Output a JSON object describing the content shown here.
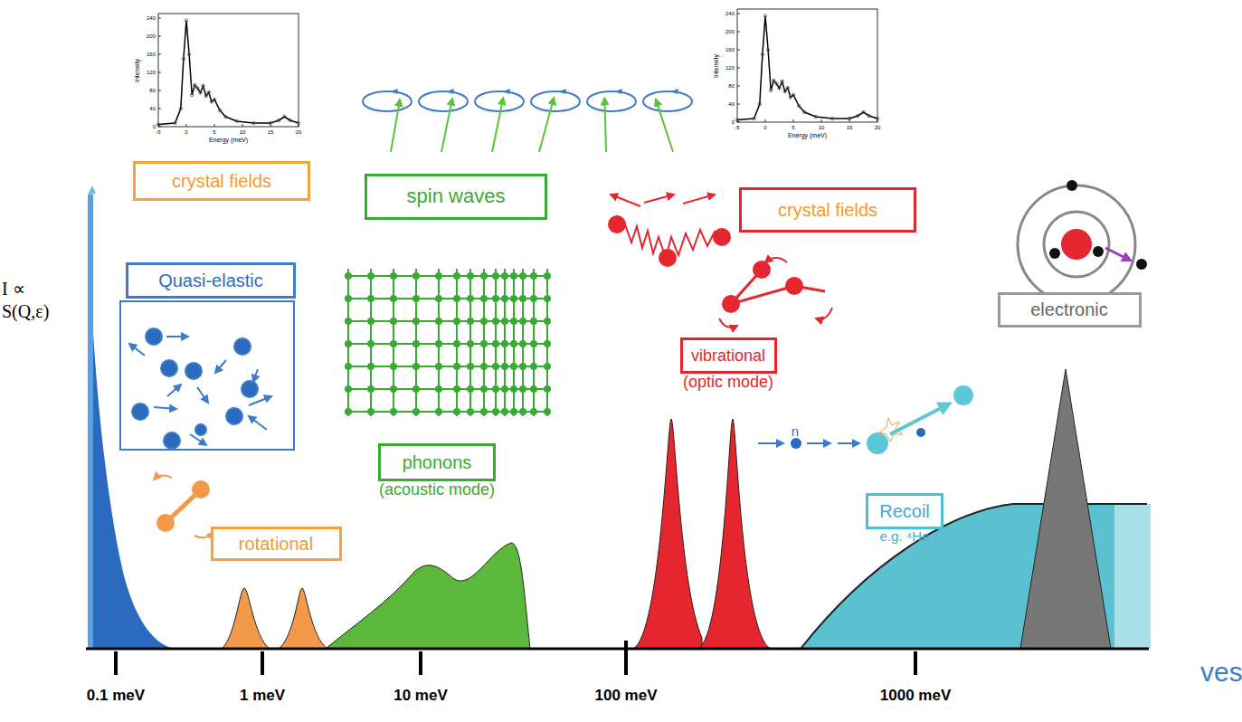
{
  "diagram": {
    "nodes": [
      {
        "text": [
          "crystal fields"
        ]
      },
      {
        "text": [
          "spin waves"
        ]
      },
      {
        "text": [
          "crystal fields"
        ]
      },
      {
        "text": [
          "Quasi-elastic"
        ]
      },
      {
        "text": [
          "rotational"
        ]
      },
      {
        "text": [
          "phonons",
          "(acoustic mode)"
        ]
      },
      {
        "text": [
          "vibrational",
          "(optic mode)"
        ]
      },
      {
        "text": [
          "Recoil",
          "e.g. ⁴He"
        ]
      },
      {
        "text": [
          "electronic"
        ]
      }
    ],
    "labels": [
      "Intensity",
      "Energy (meV)",
      "0",
      "40",
      "80",
      "120",
      "160",
      "200",
      "240",
      "-5",
      "0",
      "5",
      "10",
      "15",
      "20",
      "Intensity",
      "Energy (meV)",
      "0",
      "40",
      "80",
      "120",
      "160",
      "200",
      "240",
      "-5",
      "0",
      "5",
      "10",
      "15",
      "20",
      "I ∝ S(Q,ε)",
      "n",
      "0.1 meV",
      "1 meV",
      "10 meV",
      "100 meV",
      "1000 meV",
      "ves"
    ]
  }
}
